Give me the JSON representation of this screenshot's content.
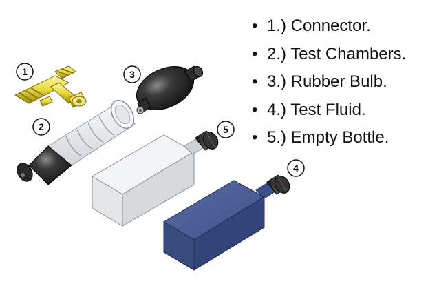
{
  "callouts": [
    "1",
    "2",
    "3",
    "4",
    "5"
  ],
  "legend": {
    "bullet": "•",
    "items": [
      "1.) Connector.",
      "2.) Test Chambers.",
      "3.) Rubber Bulb.",
      "4.) Test Fluid.",
      "5.) Empty Bottle."
    ]
  },
  "colors": {
    "connector": "#e8d83a",
    "rubber": "#2a2a2a",
    "fluid_bottle": "#3d4f86",
    "clear_plastic": "#e6e9ec"
  }
}
